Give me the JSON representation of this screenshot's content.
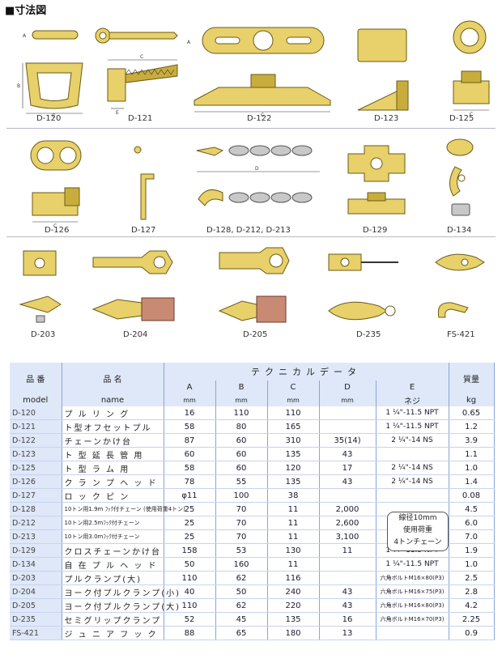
{
  "section_title": "■寸法図",
  "diagram_labels": {
    "d120": "D-120",
    "d121": "D-121",
    "d122": "D-122",
    "d123": "D-123",
    "d125": "D-125",
    "d126": "D-126",
    "d127": "D-127",
    "d128": "D-128, D-212, D-213",
    "d129": "D-129",
    "d134": "D-134",
    "d203": "D-203",
    "d204": "D-204",
    "d205": "D-205",
    "d235": "D-235",
    "fs421": "FS-421"
  },
  "dim_letters": {
    "a": "A",
    "b": "B",
    "c": "C",
    "d": "D",
    "e": "E"
  },
  "table": {
    "header": {
      "model_jp": "品 番",
      "name_jp": "品 名",
      "tech_title": "テクニカルデータ",
      "weight_jp": "質量",
      "col_a": "A",
      "col_b": "B",
      "col_c": "C",
      "col_d": "D",
      "col_e": "E",
      "model_en": "model",
      "name_en": "name",
      "unit_mm": "mm",
      "unit_neji": "ネジ",
      "unit_kg": "kg"
    },
    "rows": [
      {
        "model": "D-120",
        "name": "プ ル リ ン グ",
        "a": "16",
        "b": "110",
        "c": "110",
        "d": "",
        "e": "1 ¼\"-11.5 NPT",
        "w": "0.65"
      },
      {
        "model": "D-121",
        "name": "ト型オフセットプル",
        "a": "58",
        "b": "80",
        "c": "165",
        "d": "",
        "e": "1 ¼\"-11.5 NPT",
        "w": "1.2"
      },
      {
        "model": "D-122",
        "name": "チェーンかけ台",
        "a": "87",
        "b": "60",
        "c": "310",
        "d": "35(14)",
        "e": "2 ¼\"-14 NS",
        "w": "3.9"
      },
      {
        "model": "D-123",
        "name": "ト 型 延 長 管 用",
        "a": "60",
        "b": "60",
        "c": "135",
        "d": "43",
        "e": "",
        "w": "1.1"
      },
      {
        "model": "D-125",
        "name": "ト 型 ラ ム 用",
        "a": "58",
        "b": "60",
        "c": "120",
        "d": "17",
        "e": "2 ¼\"-14 NS",
        "w": "1.0"
      },
      {
        "model": "D-126",
        "name": "ク ラ ン プ ヘ ッ ド",
        "a": "78",
        "b": "55",
        "c": "135",
        "d": "43",
        "e": "2 ¼\"-14 NS",
        "w": "1.4"
      },
      {
        "model": "D-127",
        "name": "ロ ッ ク ピ ン",
        "a": "φ11",
        "b": "100",
        "c": "38",
        "d": "",
        "e": "",
        "w": "0.08"
      },
      {
        "model": "D-128",
        "name": "10トン用1.9m ﾌｯｸ付チェーン (使用荷重4トン)",
        "a": "25",
        "b": "70",
        "c": "11",
        "d": "2,000",
        "e": "",
        "w": "4.5"
      },
      {
        "model": "D-212",
        "name": "10トン用2.5mﾌｯｸ付チェーン",
        "a": "25",
        "b": "70",
        "c": "11",
        "d": "2,600",
        "e": "",
        "w": "6.0"
      },
      {
        "model": "D-213",
        "name": "10トン用3.0mﾌｯｸ付チェーン",
        "a": "25",
        "b": "70",
        "c": "11",
        "d": "3,100",
        "e": "",
        "w": "7.0"
      },
      {
        "model": "D-129",
        "name": "クロスチェーンかけ台",
        "a": "158",
        "b": "53",
        "c": "130",
        "d": "11",
        "e": "1 ¼\"-11.5 NPT",
        "w": "1.9"
      },
      {
        "model": "D-134",
        "name": "自 在 プ ル ヘ ッ ド",
        "a": "50",
        "b": "160",
        "c": "11",
        "d": "",
        "e": "1 ¼\"-11.5 NPT",
        "w": "1.0"
      },
      {
        "model": "D-203",
        "name": "プルクランプ(大)",
        "a": "110",
        "b": "62",
        "c": "116",
        "d": "",
        "e": "六角ボルトM16×80(P3)",
        "w": "2.5"
      },
      {
        "model": "D-204",
        "name": "ヨーク付プルクランプ(小)",
        "a": "40",
        "b": "50",
        "c": "240",
        "d": "43",
        "e": "六角ボルトM16×75(P3)",
        "w": "2.8"
      },
      {
        "model": "D-205",
        "name": "ヨーク付プルクランプ(大)",
        "a": "110",
        "b": "62",
        "c": "220",
        "d": "43",
        "e": "六角ボルトM16×80(P3)",
        "w": "4.2"
      },
      {
        "model": "D-235",
        "name": "セミグリップクランプ",
        "a": "52",
        "b": "45",
        "c": "135",
        "d": "16",
        "e": "六角ボルトM16×70(P3)",
        "w": "2.25"
      },
      {
        "model": "FS-421",
        "name": "ジ ュ ニ ア フ ッ ク",
        "a": "88",
        "b": "65",
        "c": "180",
        "d": "13",
        "e": "",
        "w": "0.9"
      }
    ],
    "chain_note": [
      "線径10mm",
      "使用荷重",
      "4トンチェーン"
    ]
  }
}
